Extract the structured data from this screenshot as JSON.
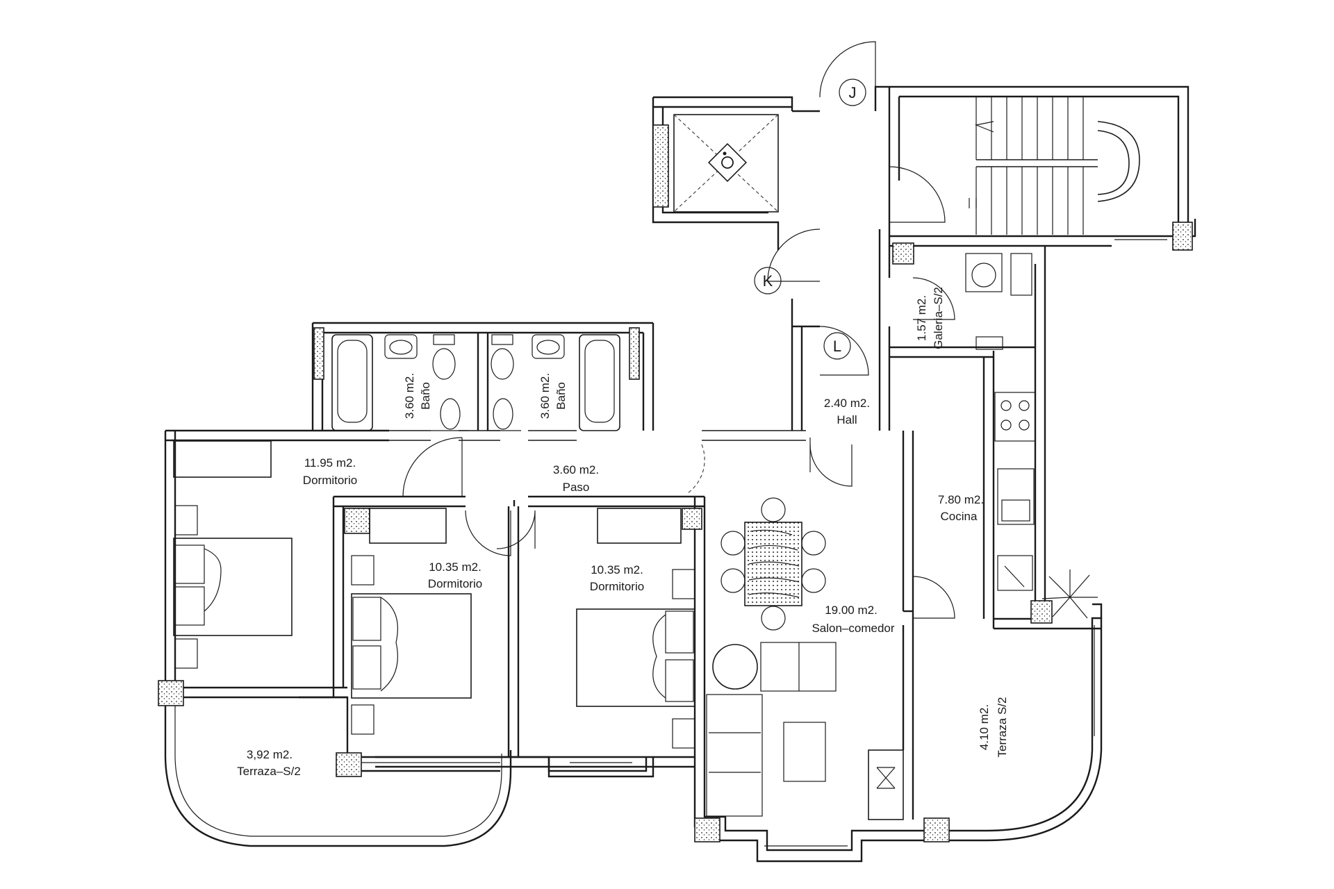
{
  "rooms": {
    "dorm1": {
      "area": "11.95  m2.",
      "name": "Dormitorio"
    },
    "dorm2": {
      "area": "10.35  m2.",
      "name": "Dormitorio"
    },
    "dorm3": {
      "area": "10.35  m2.",
      "name": "Dormitorio"
    },
    "paso": {
      "area": "3.60  m2.",
      "name": "Paso"
    },
    "hall": {
      "area": "2.40  m2.",
      "name": "Hall"
    },
    "salon": {
      "area": "19.00  m2.",
      "name": "Salon–comedor"
    },
    "cocina": {
      "area": "7.80  m2.",
      "name": "Cocina"
    },
    "galeria": {
      "area": "1.57  m2.",
      "name": "Galeria–S/2"
    },
    "terraza1": {
      "area": "3,92  m2.",
      "name": "Terraza–S/2"
    },
    "terraza2": {
      "area": "4.10  m2.",
      "name": "Terraza  S/2"
    },
    "bano1": {
      "area": "3.60  m2.",
      "name": "Baño"
    },
    "bano2": {
      "area": "3.60  m2.",
      "name": "Baño"
    }
  },
  "markers": {
    "j": "J",
    "k": "K",
    "l": "L"
  }
}
